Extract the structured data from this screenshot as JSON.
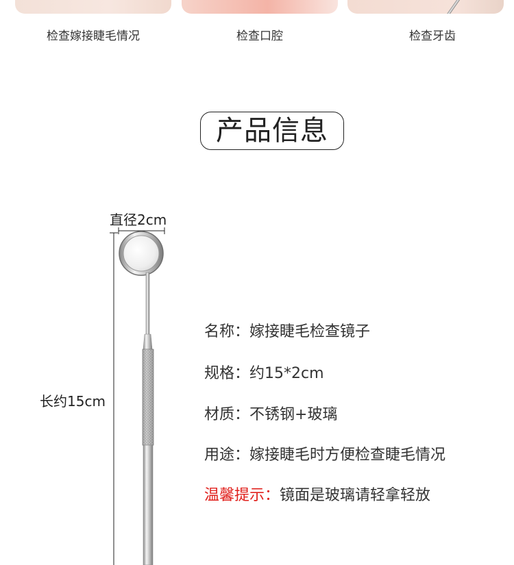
{
  "usage_cards": [
    {
      "caption": "检查嫁接睫毛情况"
    },
    {
      "caption": "检查口腔"
    },
    {
      "caption": "检查牙齿"
    }
  ],
  "section_title": "产品信息",
  "dimensions": {
    "diameter": "直径2cm",
    "length": "长约15cm"
  },
  "specs": {
    "name": {
      "label": "名称：",
      "value": "嫁接睫毛检查镜子"
    },
    "size": {
      "label": "规格：",
      "value": "约15*2cm"
    },
    "material": {
      "label": "材质：",
      "value": "不锈钢+玻璃"
    },
    "usage": {
      "label": "用途：",
      "value": "嫁接睫毛时方便检查睫毛情况"
    },
    "tip": {
      "label": "温馨提示：",
      "value": "镜面是玻璃请轻拿轻放"
    }
  },
  "colors": {
    "warning": "#e0201c",
    "text": "#333333"
  }
}
